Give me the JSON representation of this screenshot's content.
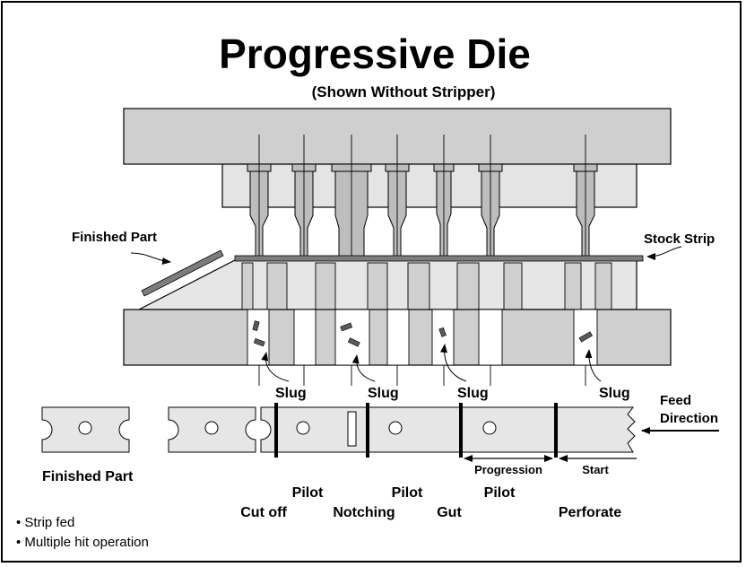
{
  "title": "Progressive Die",
  "subtitle": "(Shown Without Stripper)",
  "labels": {
    "finished_part_top": "Finished Part",
    "stock_strip": "Stock Strip",
    "slug": "Slug",
    "feed_direction_1": "Feed",
    "feed_direction_2": "Direction",
    "finished_part_bottom": "Finished Part",
    "progression": "Progression",
    "start": "Start",
    "pilot": "Pilot",
    "cut_off": "Cut off",
    "notching": "Notching",
    "gut": "Gut",
    "perforate": "Perforate"
  },
  "notes": [
    "• Strip fed",
    "• Multiple hit operation"
  ],
  "colors": {
    "die_fill": "#cfcfcf",
    "die_dark": "#a9a9a9",
    "strip": "#7d7d7d",
    "ink": "#000000"
  }
}
